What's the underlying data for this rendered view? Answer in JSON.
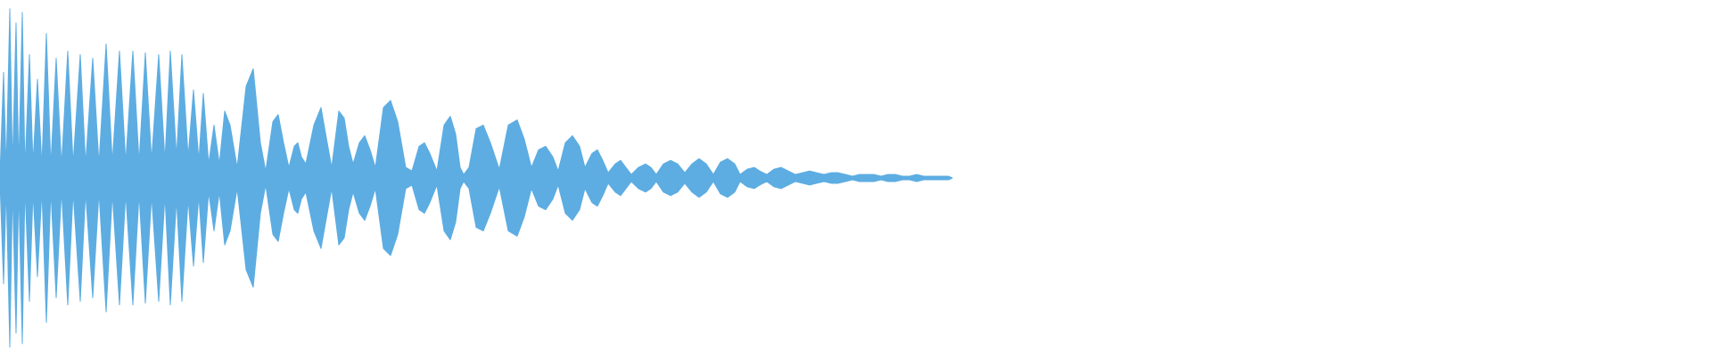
{
  "chart_data": {
    "type": "area",
    "style": "symmetric-waveform",
    "title": "",
    "xlabel": "",
    "ylabel": "",
    "grid": false,
    "legend": "none",
    "fill_color": "#5dade2",
    "background_color": "#ffffff",
    "xlim": [
      0,
      1920
    ],
    "ylim": [
      -1,
      1
    ],
    "series": [
      {
        "values": [
          [
            0,
            0.02
          ],
          [
            4,
            0.6
          ],
          [
            7,
            0.05
          ],
          [
            11,
            0.96
          ],
          [
            14,
            0.06
          ],
          [
            18,
            0.88
          ],
          [
            21,
            0.06
          ],
          [
            25,
            0.94
          ],
          [
            28,
            0.05
          ],
          [
            33,
            0.7
          ],
          [
            37,
            0.08
          ],
          [
            42,
            0.56
          ],
          [
            47,
            0.07
          ],
          [
            52,
            0.82
          ],
          [
            57,
            0.07
          ],
          [
            63,
            0.68
          ],
          [
            69,
            0.07
          ],
          [
            76,
            0.72
          ],
          [
            82,
            0.08
          ],
          [
            90,
            0.7
          ],
          [
            96,
            0.08
          ],
          [
            104,
            0.68
          ],
          [
            111,
            0.08
          ],
          [
            119,
            0.76
          ],
          [
            126,
            0.09
          ],
          [
            134,
            0.72
          ],
          [
            141,
            0.09
          ],
          [
            149,
            0.72
          ],
          [
            156,
            0.09
          ],
          [
            163,
            0.71
          ],
          [
            170,
            0.1
          ],
          [
            178,
            0.7
          ],
          [
            185,
            0.1
          ],
          [
            191,
            0.72
          ],
          [
            198,
            0.12
          ],
          [
            204,
            0.7
          ],
          [
            211,
            0.12
          ],
          [
            217,
            0.5
          ],
          [
            223,
            0.1
          ],
          [
            228,
            0.48
          ],
          [
            234,
            0.08
          ],
          [
            240,
            0.3
          ],
          [
            246,
            0.08
          ],
          [
            252,
            0.38
          ],
          [
            258,
            0.3
          ],
          [
            266,
            0.06
          ],
          [
            276,
            0.52
          ],
          [
            284,
            0.62
          ],
          [
            292,
            0.2
          ],
          [
            298,
            0.04
          ],
          [
            306,
            0.32
          ],
          [
            312,
            0.36
          ],
          [
            318,
            0.2
          ],
          [
            324,
            0.06
          ],
          [
            330,
            0.18
          ],
          [
            334,
            0.2
          ],
          [
            338,
            0.12
          ],
          [
            343,
            0.08
          ],
          [
            352,
            0.3
          ],
          [
            360,
            0.4
          ],
          [
            367,
            0.2
          ],
          [
            372,
            0.06
          ],
          [
            380,
            0.38
          ],
          [
            386,
            0.34
          ],
          [
            391,
            0.18
          ],
          [
            396,
            0.08
          ],
          [
            403,
            0.2
          ],
          [
            409,
            0.24
          ],
          [
            415,
            0.16
          ],
          [
            421,
            0.06
          ],
          [
            430,
            0.4
          ],
          [
            438,
            0.44
          ],
          [
            446,
            0.32
          ],
          [
            455,
            0.06
          ],
          [
            462,
            0.04
          ],
          [
            470,
            0.18
          ],
          [
            476,
            0.2
          ],
          [
            482,
            0.14
          ],
          [
            490,
            0.04
          ],
          [
            498,
            0.3
          ],
          [
            505,
            0.35
          ],
          [
            511,
            0.25
          ],
          [
            516,
            0.06
          ],
          [
            520,
            0.02
          ],
          [
            526,
            0.06
          ],
          [
            534,
            0.28
          ],
          [
            542,
            0.3
          ],
          [
            550,
            0.2
          ],
          [
            560,
            0.05
          ],
          [
            570,
            0.3
          ],
          [
            580,
            0.33
          ],
          [
            588,
            0.22
          ],
          [
            596,
            0.06
          ],
          [
            604,
            0.16
          ],
          [
            612,
            0.18
          ],
          [
            620,
            0.12
          ],
          [
            626,
            0.04
          ],
          [
            634,
            0.2
          ],
          [
            642,
            0.24
          ],
          [
            650,
            0.18
          ],
          [
            656,
            0.06
          ],
          [
            664,
            0.14
          ],
          [
            670,
            0.16
          ],
          [
            676,
            0.1
          ],
          [
            682,
            0.03
          ],
          [
            690,
            0.08
          ],
          [
            696,
            0.1
          ],
          [
            702,
            0.06
          ],
          [
            708,
            0.02
          ],
          [
            716,
            0.06
          ],
          [
            724,
            0.08
          ],
          [
            730,
            0.06
          ],
          [
            736,
            0.02
          ],
          [
            744,
            0.08
          ],
          [
            752,
            0.1
          ],
          [
            760,
            0.08
          ],
          [
            768,
            0.03
          ],
          [
            776,
            0.08
          ],
          [
            784,
            0.11
          ],
          [
            792,
            0.08
          ],
          [
            800,
            0.02
          ],
          [
            808,
            0.09
          ],
          [
            816,
            0.11
          ],
          [
            824,
            0.08
          ],
          [
            830,
            0.02
          ],
          [
            838,
            0.05
          ],
          [
            846,
            0.06
          ],
          [
            852,
            0.04
          ],
          [
            860,
            0.02
          ],
          [
            868,
            0.05
          ],
          [
            876,
            0.06
          ],
          [
            884,
            0.04
          ],
          [
            892,
            0.02
          ],
          [
            900,
            0.03
          ],
          [
            908,
            0.04
          ],
          [
            916,
            0.03
          ],
          [
            924,
            0.02
          ],
          [
            932,
            0.03
          ],
          [
            940,
            0.03
          ],
          [
            948,
            0.02
          ],
          [
            956,
            0.01
          ],
          [
            964,
            0.02
          ],
          [
            972,
            0.02
          ],
          [
            980,
            0.02
          ],
          [
            988,
            0.01
          ],
          [
            996,
            0.02
          ],
          [
            1004,
            0.02
          ],
          [
            1012,
            0.01
          ],
          [
            1020,
            0.01
          ],
          [
            1028,
            0.02
          ],
          [
            1036,
            0.01
          ],
          [
            1044,
            0.01
          ],
          [
            1052,
            0.01
          ],
          [
            1060,
            0.01
          ],
          [
            1064,
            0.01
          ],
          [
            1068,
            0.0
          ]
        ]
      }
    ]
  }
}
